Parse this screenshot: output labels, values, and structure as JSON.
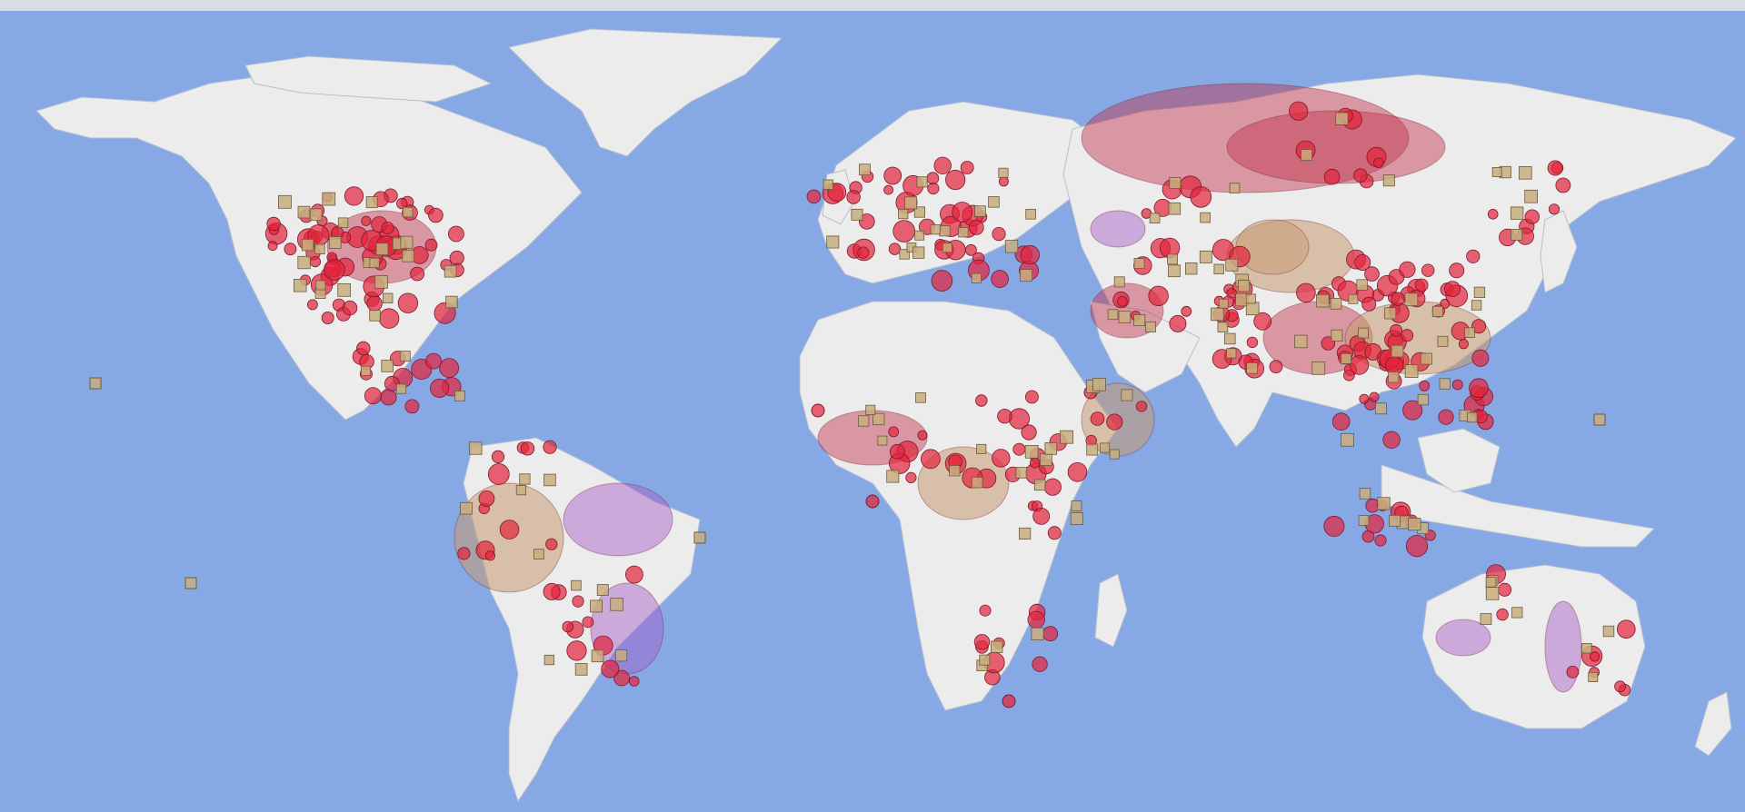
{
  "window": {
    "title": ""
  },
  "map": {
    "projection": "equirectangular",
    "ocean_color": "#86a9e6",
    "land_color": "#ececec",
    "border_color": "#b8bfcc",
    "layers": [
      {
        "name": "ranges",
        "shape": "polygon",
        "fill": "#c0304a",
        "opacity": 0.45
      },
      {
        "name": "range-tan",
        "shape": "polygon",
        "fill": "#c99a73",
        "opacity": 0.55
      },
      {
        "name": "range-purple",
        "shape": "polygon",
        "fill": "#a458c8",
        "opacity": 0.45
      },
      {
        "name": "circles",
        "shape": "circle",
        "fill": "#e4243c",
        "opacity": 0.7
      },
      {
        "name": "squares",
        "shape": "square",
        "fill": "#c8ae7e",
        "opacity": 0.85
      }
    ]
  },
  "footer": {
    "attribution": ""
  }
}
